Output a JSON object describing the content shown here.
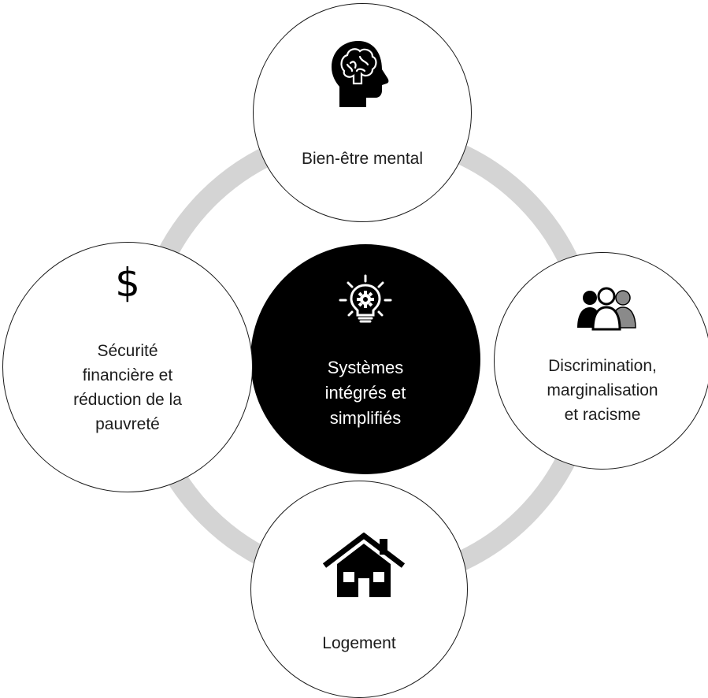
{
  "diagram": {
    "center": {
      "label": "Systèmes\nintégrés et\nsimplifiés",
      "icon": "lightbulb-gear-icon"
    },
    "nodes": {
      "top": {
        "label": "Bien-être mental",
        "icon": "brain-head-icon"
      },
      "right": {
        "label": "Discrimination,\nmarginalisation\net racisme",
        "icon": "people-group-icon"
      },
      "bottom": {
        "label": "Logement",
        "icon": "house-icon"
      },
      "left": {
        "label": "Sécurité\nfinancière et\nréduction de la\npauvreté",
        "icon": "dollar-icon",
        "symbol": "$"
      }
    },
    "colors": {
      "ring": "#d4d4d4",
      "center_fill": "#000000",
      "node_fill": "#ffffff",
      "node_border": "#1a1a1a"
    }
  }
}
